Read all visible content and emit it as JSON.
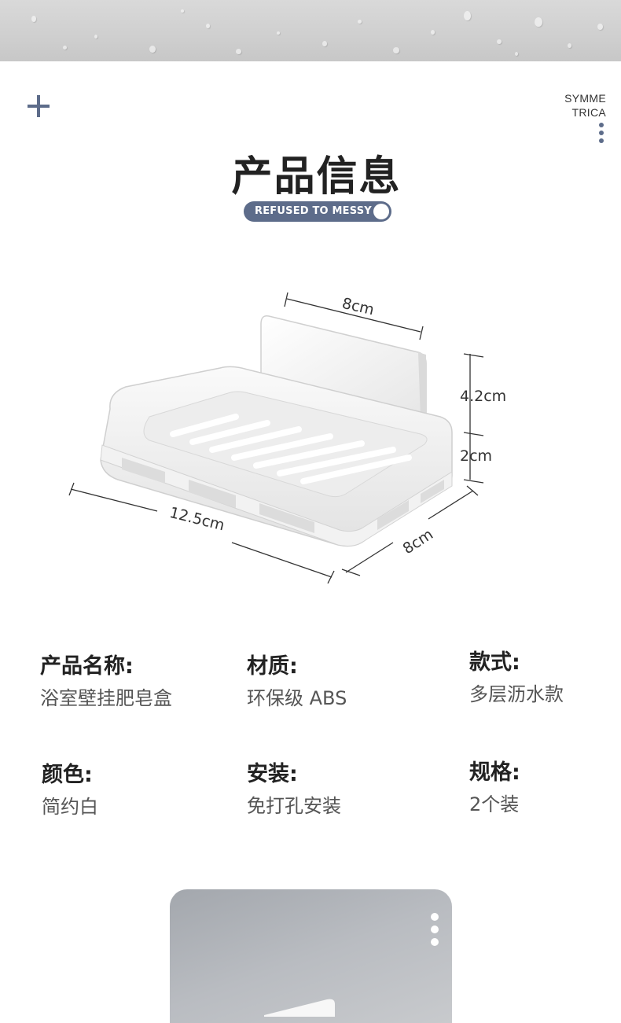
{
  "brand": {
    "line1": "SYMME",
    "line2": "TRICA"
  },
  "header": {
    "title": "产品信息",
    "tagline": "REFUSED TO MESSY"
  },
  "figure": {
    "dims": {
      "top_width": "8cm",
      "back_height": "4.2cm",
      "tray_height": "2cm",
      "length": "12.5cm",
      "depth": "8cm"
    }
  },
  "specs": [
    {
      "label": "产品名称:",
      "value": "浴室壁挂肥皂盒"
    },
    {
      "label": "材质:",
      "value": "环保级 ABS"
    },
    {
      "label": "款式:",
      "value": "多层沥水款"
    },
    {
      "label": "颜色:",
      "value": "简约白"
    },
    {
      "label": "安装:",
      "value": "免打孔安装"
    },
    {
      "label": "规格:",
      "value": "2个装"
    }
  ],
  "colors": {
    "accent": "#5d6c8a",
    "title": "#222222",
    "value_text": "#555555"
  }
}
